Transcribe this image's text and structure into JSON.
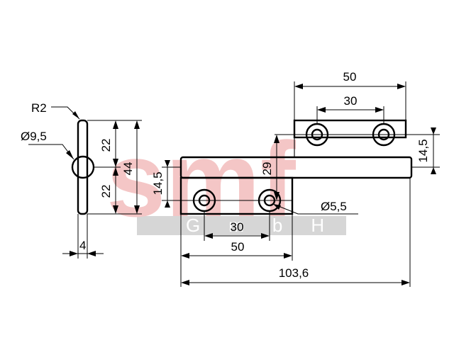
{
  "watermark": {
    "letters": "smf",
    "subtitle": "GmbH",
    "letter_color": "#f4c6c6",
    "band_color": "#d6d6d6"
  },
  "dimensions": {
    "radius": "R2",
    "pin_diameter": "Ø9,5",
    "half_height_top": "22",
    "half_height_bottom": "22",
    "total_height": "44",
    "thickness": "4",
    "top_width": "50",
    "top_hole_spacing": "30",
    "right_leaf_height": "14,5",
    "hole_height_offset": "29",
    "left_leaf_height": "14,5",
    "hole_diameter": "Ø5,5",
    "bottom_hole_spacing": "30",
    "bottom_width": "50",
    "overall_length": "103,6"
  }
}
